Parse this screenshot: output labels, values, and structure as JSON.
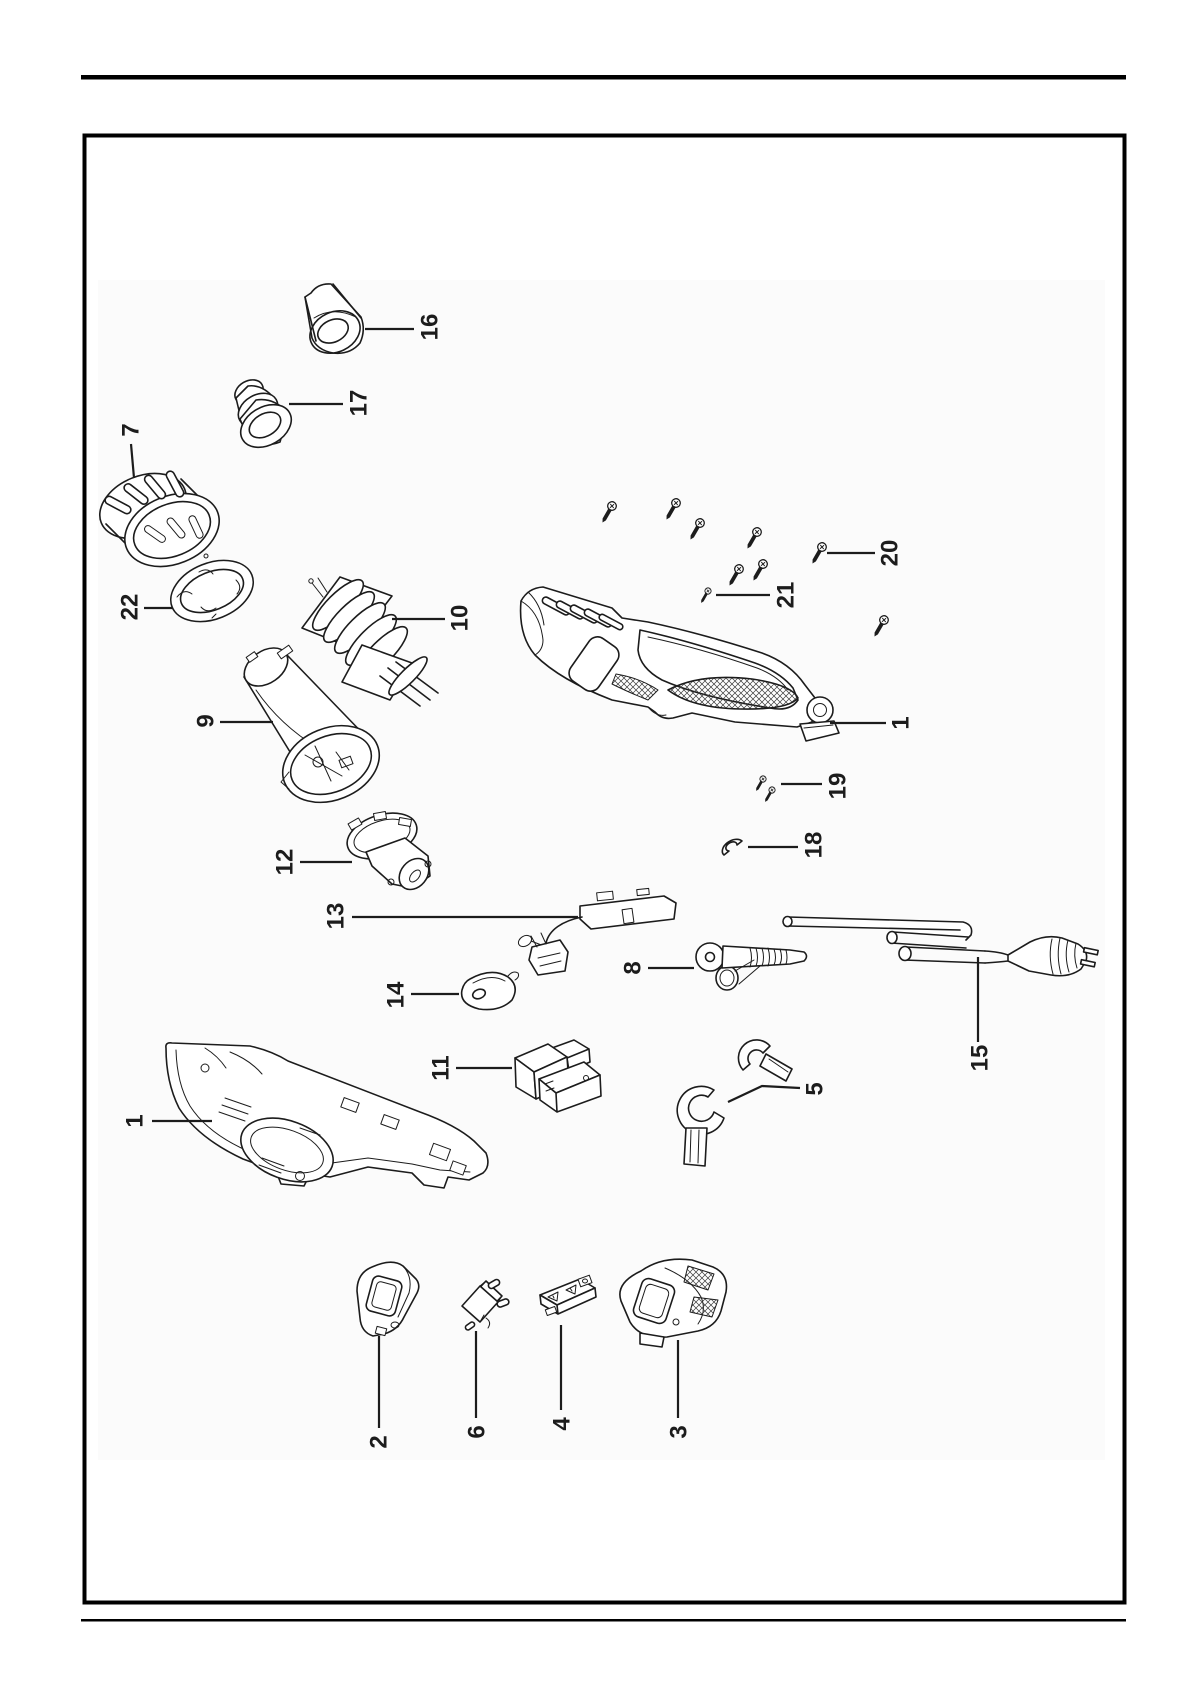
{
  "colors": {
    "ink": "#1c1c1c",
    "rule": "#000000",
    "paper": "#ffffff",
    "panel": "#fbfbfb"
  },
  "callouts": {
    "1": {
      "label": "1"
    },
    "2": {
      "label": "2"
    },
    "3": {
      "label": "3"
    },
    "4": {
      "label": "4"
    },
    "5": {
      "label": "5"
    },
    "6": {
      "label": "6"
    },
    "7": {
      "label": "7"
    },
    "8": {
      "label": "8"
    },
    "9": {
      "label": "9"
    },
    "10": {
      "label": "10"
    },
    "11": {
      "label": "11"
    },
    "12": {
      "label": "12"
    },
    "13": {
      "label": "13"
    },
    "14": {
      "label": "14"
    },
    "15": {
      "label": "15"
    },
    "16": {
      "label": "16"
    },
    "17": {
      "label": "17"
    },
    "18": {
      "label": "18"
    },
    "19": {
      "label": "19"
    },
    "20": {
      "label": "20"
    },
    "21": {
      "label": "21"
    },
    "22": {
      "label": "22"
    }
  }
}
